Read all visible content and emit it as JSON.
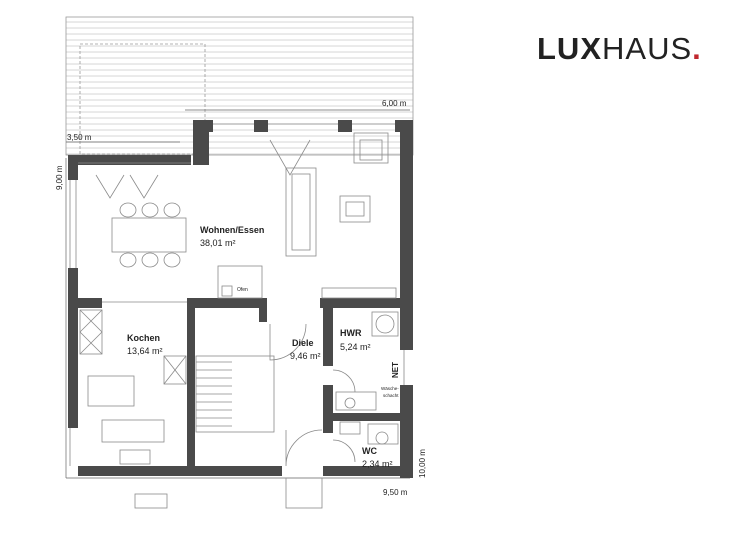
{
  "logo": {
    "bold": "LUX",
    "light": "HAUS",
    "dot": "."
  },
  "dimensions": {
    "terrace_width": "6,00 m",
    "terrace_depth": "3,50 m",
    "house_depth_left": "9,00 m",
    "house_depth_right": "10,00 m",
    "house_width": "9,50 m"
  },
  "rooms": [
    {
      "name": "Wohnen/Essen",
      "area": "38,01 m²"
    },
    {
      "name": "Kochen",
      "area": "13,64 m²"
    },
    {
      "name": "Diele",
      "area": "9,46 m²"
    },
    {
      "name": "HWR",
      "area": "5,24 m²"
    },
    {
      "name": "WC",
      "area": "2,34 m²"
    }
  ],
  "labels": {
    "oven": "Ofen",
    "laundry": "Wäsche-",
    "laundry2": "schacht",
    "net": "NET"
  },
  "colors": {
    "wall": "#4a4a4a",
    "line": "#8a8a8a",
    "brand_red": "#c0272d"
  }
}
